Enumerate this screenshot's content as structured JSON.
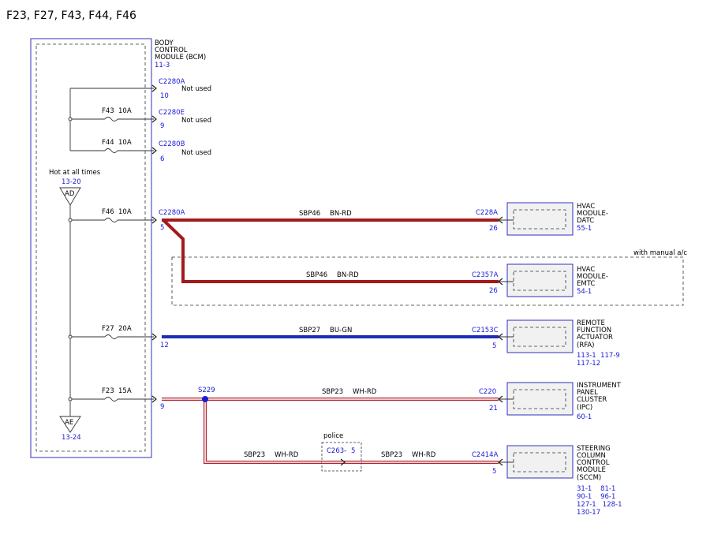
{
  "title": "F23, F27, F43, F44, F46",
  "colors": {
    "blue_ref": "#1a1ad6",
    "wire_bn_rd": "#a31a1a",
    "wire_bu_gn": "#1c2db5",
    "wire_wh_rd": "#b0202a",
    "module_fill": "#f1f1f1"
  },
  "bcm": {
    "name_lines": [
      "BODY",
      "CONTROL",
      "MODULE (BCM)"
    ],
    "ref": "11-3",
    "power_label": "Hot at all times",
    "power_ref": "13-20",
    "tri_top": "AD",
    "tri_bottom": "AE",
    "ground_ref": "13-24"
  },
  "fuses": [
    {
      "id": "F43",
      "rating": "10A"
    },
    {
      "id": "F44",
      "rating": "10A"
    },
    {
      "id": "F46",
      "rating": "10A"
    },
    {
      "id": "F27",
      "rating": "20A"
    },
    {
      "id": "F23",
      "rating": "15A"
    }
  ],
  "bcm_pins": [
    {
      "connector": "C2280A",
      "pin": "10",
      "note": "Not used"
    },
    {
      "connector": "C2280E",
      "pin": "9",
      "note": "Not used"
    },
    {
      "connector": "C2280B",
      "pin": "6",
      "note": "Not used"
    },
    {
      "connector": "C2280A",
      "pin": "5",
      "note": ""
    },
    {
      "connector": "",
      "pin": "12",
      "note": ""
    },
    {
      "connector": "",
      "pin": "9",
      "note": ""
    }
  ],
  "circuits": [
    {
      "circuit": "SBP46",
      "color": "BN-RD"
    },
    {
      "circuit": "SBP46",
      "color": "BN-RD"
    },
    {
      "circuit": "SBP27",
      "color": "BU-GN"
    },
    {
      "circuit": "SBP23",
      "color": "WH-RD"
    },
    {
      "circuit": "SBP23",
      "color": "WH-RD"
    },
    {
      "circuit": "SBP23",
      "color": "WH-RD"
    }
  ],
  "splice": "S229",
  "inline": {
    "label": "police",
    "connector": "C263",
    "pin": "5"
  },
  "option_label": "with manual a/c",
  "modules": [
    {
      "connector": "C228A",
      "pin": "26",
      "name_lines": [
        "HVAC",
        "MODULE-",
        "DATC"
      ],
      "refs": [
        "55-1"
      ]
    },
    {
      "connector": "C2357A",
      "pin": "26",
      "name_lines": [
        "HVAC",
        "MODULE-",
        "EMTC"
      ],
      "refs": [
        "54-1"
      ]
    },
    {
      "connector": "C2153C",
      "pin": "5",
      "name_lines": [
        "REMOTE",
        "FUNCTION",
        "ACTUATOR",
        "(RFA)"
      ],
      "refs": [
        "113-1  117-9",
        "117-12"
      ]
    },
    {
      "connector": "C220",
      "pin": "21",
      "name_lines": [
        "INSTRUMENT",
        "PANEL",
        "CLUSTER",
        "(IPC)"
      ],
      "refs": [
        "60-1"
      ]
    },
    {
      "connector": "C2414A",
      "pin": "5",
      "name_lines": [
        "STEERING",
        "COLUMN",
        "CONTROL",
        "MODULE",
        "(SCCM)"
      ],
      "refs": [
        "31-1    81-1",
        "90-1    96-1",
        "127-1   128-1",
        "130-17"
      ]
    }
  ]
}
